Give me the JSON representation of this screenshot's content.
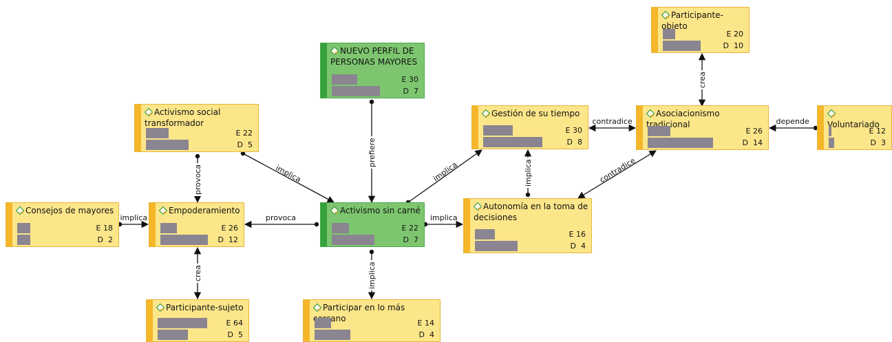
{
  "nodes": [
    {
      "id": "participante_objeto",
      "label": "Participante-objeto",
      "E": "20",
      "D": "10",
      "color": "yellow",
      "e_frac": 0.25,
      "d_frac": 0.75
    },
    {
      "id": "nuevo_perfil",
      "label": "NUEVO PERFIL DE PERSONAS MAYORES",
      "E": "30",
      "D": "7",
      "color": "green",
      "e_frac": 0.45,
      "d_frac": 0.85
    },
    {
      "id": "activismo_social",
      "label": "Activismo social transformador",
      "E": "22",
      "D": "5",
      "color": "yellow",
      "e_frac": 0.35,
      "d_frac": 0.65
    },
    {
      "id": "gestion_tiempo",
      "label": "Gestión de su tiempo",
      "E": "30",
      "D": "8",
      "color": "yellow",
      "e_frac": 0.45,
      "d_frac": 0.9
    },
    {
      "id": "asociacionismo",
      "label": "Asociacionismo tradicional",
      "E": "26",
      "D": "14",
      "color": "yellow",
      "e_frac": 0.35,
      "d_frac": 1.0
    },
    {
      "id": "voluntariado",
      "label": "Voluntariado",
      "E": "12",
      "D": "3",
      "color": "yellow",
      "e_frac": 0.1,
      "d_frac": 0.2
    },
    {
      "id": "consejos",
      "label": "Consejos de mayores",
      "E": "18",
      "D": "2",
      "color": "yellow",
      "e_frac": 0.2,
      "d_frac": 0.2
    },
    {
      "id": "empoderamiento",
      "label": "Empoderamiento",
      "E": "26",
      "D": "12",
      "color": "yellow",
      "e_frac": 0.35,
      "d_frac": 1.0
    },
    {
      "id": "activismo_sin_carne",
      "label": "Activismo sin carné",
      "E": "22",
      "D": "7",
      "color": "green",
      "e_frac": 0.3,
      "d_frac": 0.75
    },
    {
      "id": "autonomia",
      "label": "Autonomía en la toma de decisiones",
      "E": "16",
      "D": "4",
      "color": "yellow",
      "e_frac": 0.3,
      "d_frac": 0.65
    },
    {
      "id": "participante_sujeto",
      "label": "Participante-sujeto",
      "E": "64",
      "D": "5",
      "color": "yellow",
      "e_frac": 0.9,
      "d_frac": 0.55
    },
    {
      "id": "participar_cercano",
      "label": "Participar en lo más cercano",
      "E": "14",
      "D": "4",
      "color": "yellow",
      "e_frac": 0.25,
      "d_frac": 0.55
    }
  ],
  "edges": [
    {
      "from": "asociacionismo",
      "to": "participante_objeto",
      "label": "crea",
      "style": "both"
    },
    {
      "from": "nuevo_perfil",
      "to": "activismo_sin_carne",
      "label": "prefiere",
      "style": "dot-arrow"
    },
    {
      "from": "activismo_social",
      "to": "empoderamiento",
      "label": "provoca",
      "style": "dot-arrow"
    },
    {
      "from": "activismo_social",
      "to": "activismo_sin_carne",
      "label": "implica",
      "style": "dot-arrow"
    },
    {
      "from": "activismo_sin_carne",
      "to": "gestion_tiempo",
      "label": "implica",
      "style": "dot-arrow"
    },
    {
      "from": "gestion_tiempo",
      "to": "asociacionismo",
      "label": "contradice",
      "style": "both"
    },
    {
      "from": "voluntariado",
      "to": "asociacionismo",
      "label": "depende",
      "style": "dot-arrow"
    },
    {
      "from": "autonomia",
      "to": "gestion_tiempo",
      "label": "implica",
      "style": "dot-arrow"
    },
    {
      "from": "asociacionismo",
      "to": "autonomia",
      "label": "contradice",
      "style": "both"
    },
    {
      "from": "consejos",
      "to": "empoderamiento",
      "label": "implica",
      "style": "dot-arrow"
    },
    {
      "from": "activismo_sin_carne",
      "to": "empoderamiento",
      "label": "provoca",
      "style": "dot-arrow"
    },
    {
      "from": "activismo_sin_carne",
      "to": "autonomia",
      "label": "implica",
      "style": "dot-arrow"
    },
    {
      "from": "empoderamiento",
      "to": "participante_sujeto",
      "label": "crea",
      "style": "both"
    },
    {
      "from": "activismo_sin_carne",
      "to": "participar_cercano",
      "label": "implica",
      "style": "dot-arrow"
    }
  ],
  "colors": {
    "yellow_fill": "#fce68a",
    "yellow_border": "#e8b43a",
    "yellow_stripe": "#f5b62a",
    "green_fill": "#7dc66f",
    "green_stripe": "#36a23d",
    "bar": "#8a8590"
  },
  "icon": "code-diamond-icon"
}
